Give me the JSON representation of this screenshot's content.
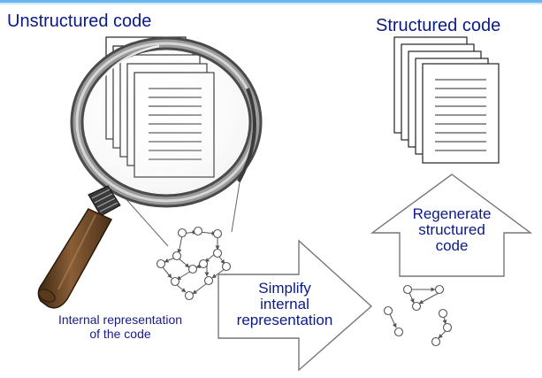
{
  "diagram": {
    "title_left": "Unstructured code",
    "title_right": "Structured code",
    "caption_left": [
      "Internal representation",
      "of the code"
    ],
    "arrow_right_label": [
      "Simplify",
      "internal",
      "representation"
    ],
    "arrow_up_label": [
      "Regenerate",
      "structured",
      "code"
    ]
  },
  "colors": {
    "text": "#0a1a86",
    "border": "#6ab7f0",
    "handle": "#6e4a2a",
    "lens_rim": "#6b6b6b",
    "node": "#ffffff",
    "edge": "#555555"
  },
  "icons": [
    "magnifying-glass-icon",
    "document-stack-icon",
    "graph-icon",
    "arrow-right-icon",
    "arrow-up-icon"
  ]
}
